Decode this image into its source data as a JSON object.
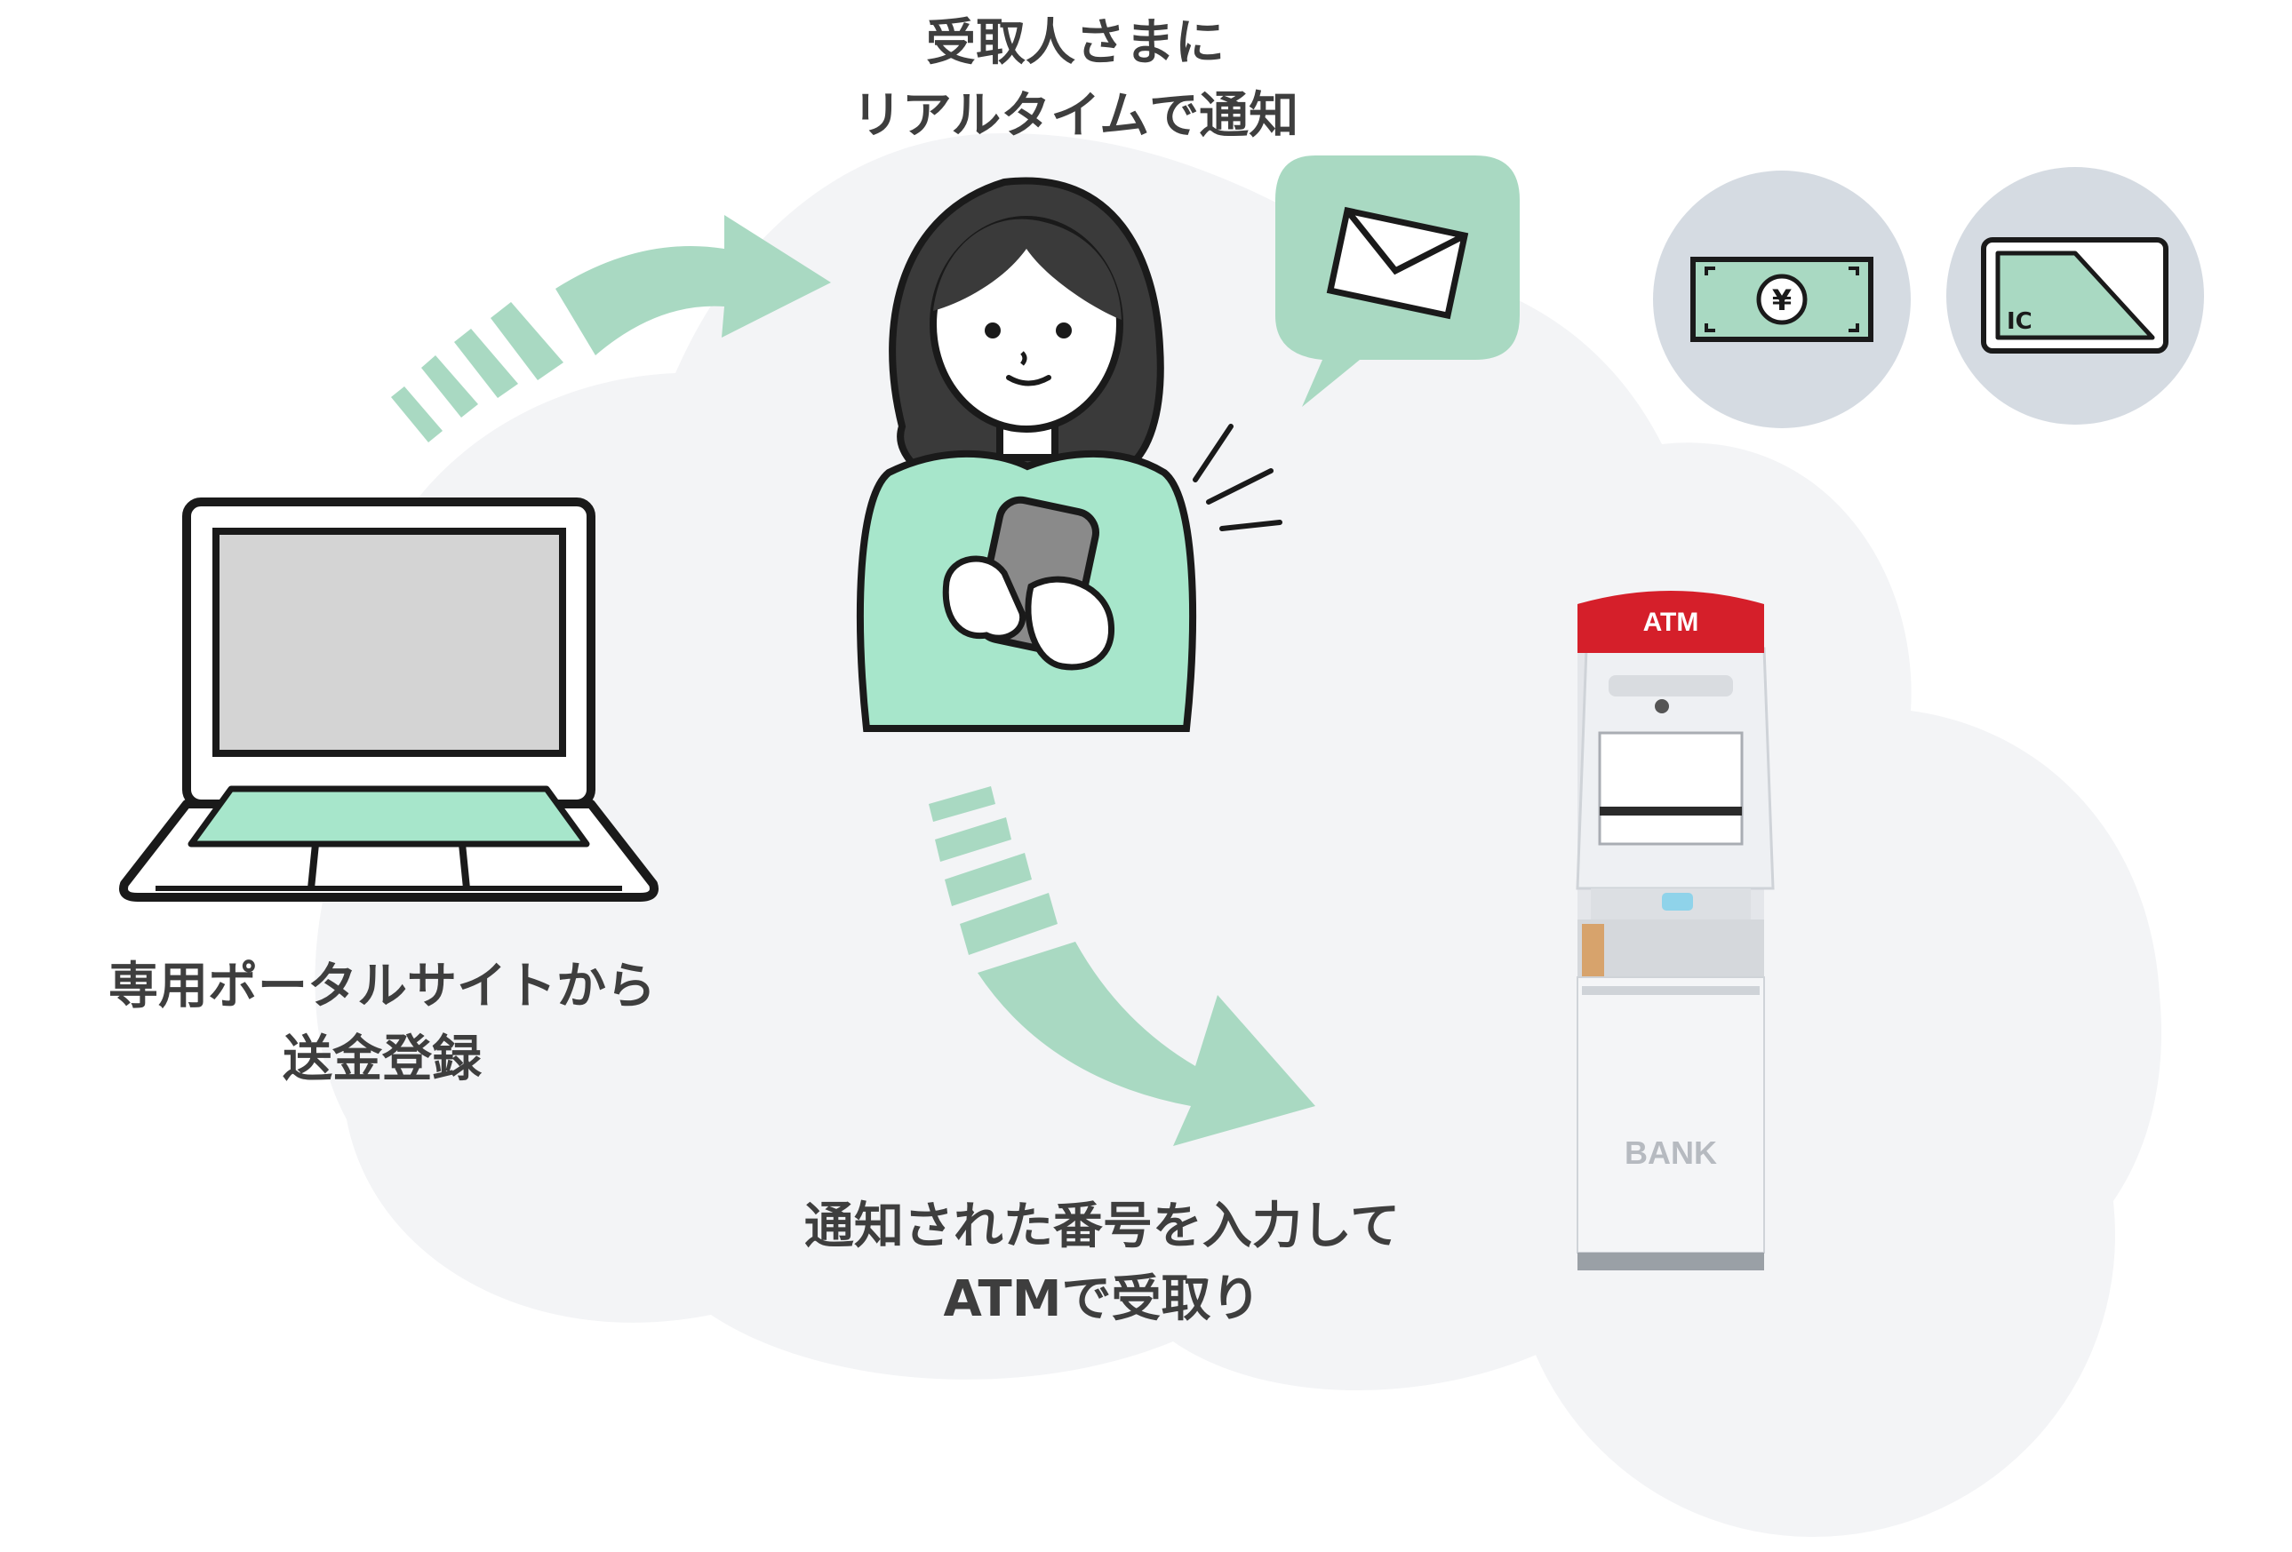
{
  "labels": {
    "notify": {
      "line1": "受取人さまに",
      "line2": "リアルタイムで通知"
    },
    "portal": {
      "line1": "専用ポータルサイトから",
      "line2": "送金登録"
    },
    "atm": {
      "line1": "通知された番号を入力して",
      "line2": "ATMで受取り"
    }
  },
  "atm_machine": {
    "header_text": "ATM",
    "brand_text": "BANK"
  },
  "icons": {
    "cash_symbol": "¥",
    "card_chip": "IC"
  },
  "colors": {
    "accent_green": "#a9d9c2",
    "shirt_green": "#a7e6cb",
    "atm_red": "#d51f2a",
    "background_blob": "#f3f4f6",
    "icon_circle": "#d5dbe2",
    "text": "#3e3e3e"
  }
}
